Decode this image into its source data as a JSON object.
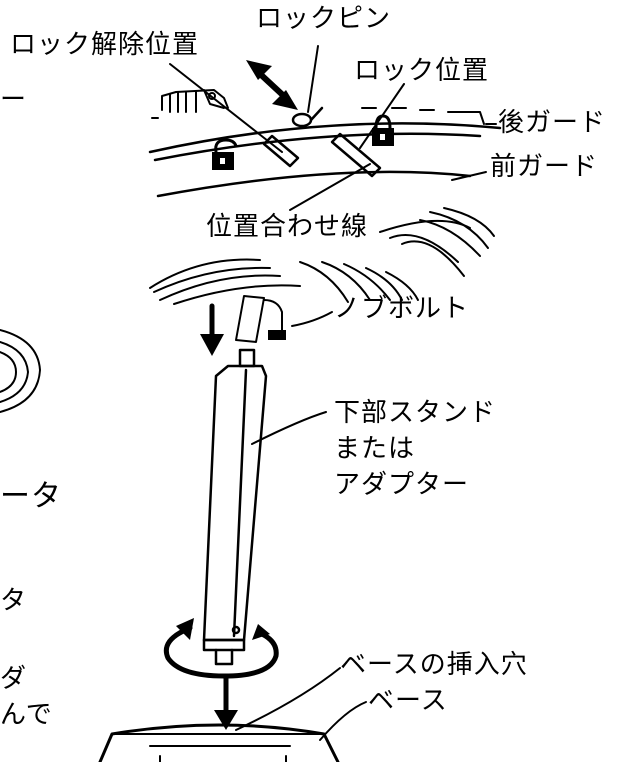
{
  "labels": {
    "lock_pin": "ロックピン",
    "unlock_position": "ロック解除位置",
    "lock_position": "ロック位置",
    "rear_guard": "後ガード",
    "front_guard": "前ガード",
    "alignment_line": "位置合わせ線",
    "knob_bolt": "ノブボルト",
    "lower_stand_line1": "下部スタンド",
    "lower_stand_line2": "または",
    "lower_stand_line3": "アダプター",
    "base_socket": "ベースの挿入穴",
    "base": "ベース"
  },
  "cropped_text": {
    "left_dash": "ー",
    "left_ta": "ータ",
    "left_ta_small": "タ",
    "left_da": "ダ",
    "left_nde": "んで"
  },
  "colors": {
    "ink": "#000000",
    "paper": "#ffffff"
  }
}
